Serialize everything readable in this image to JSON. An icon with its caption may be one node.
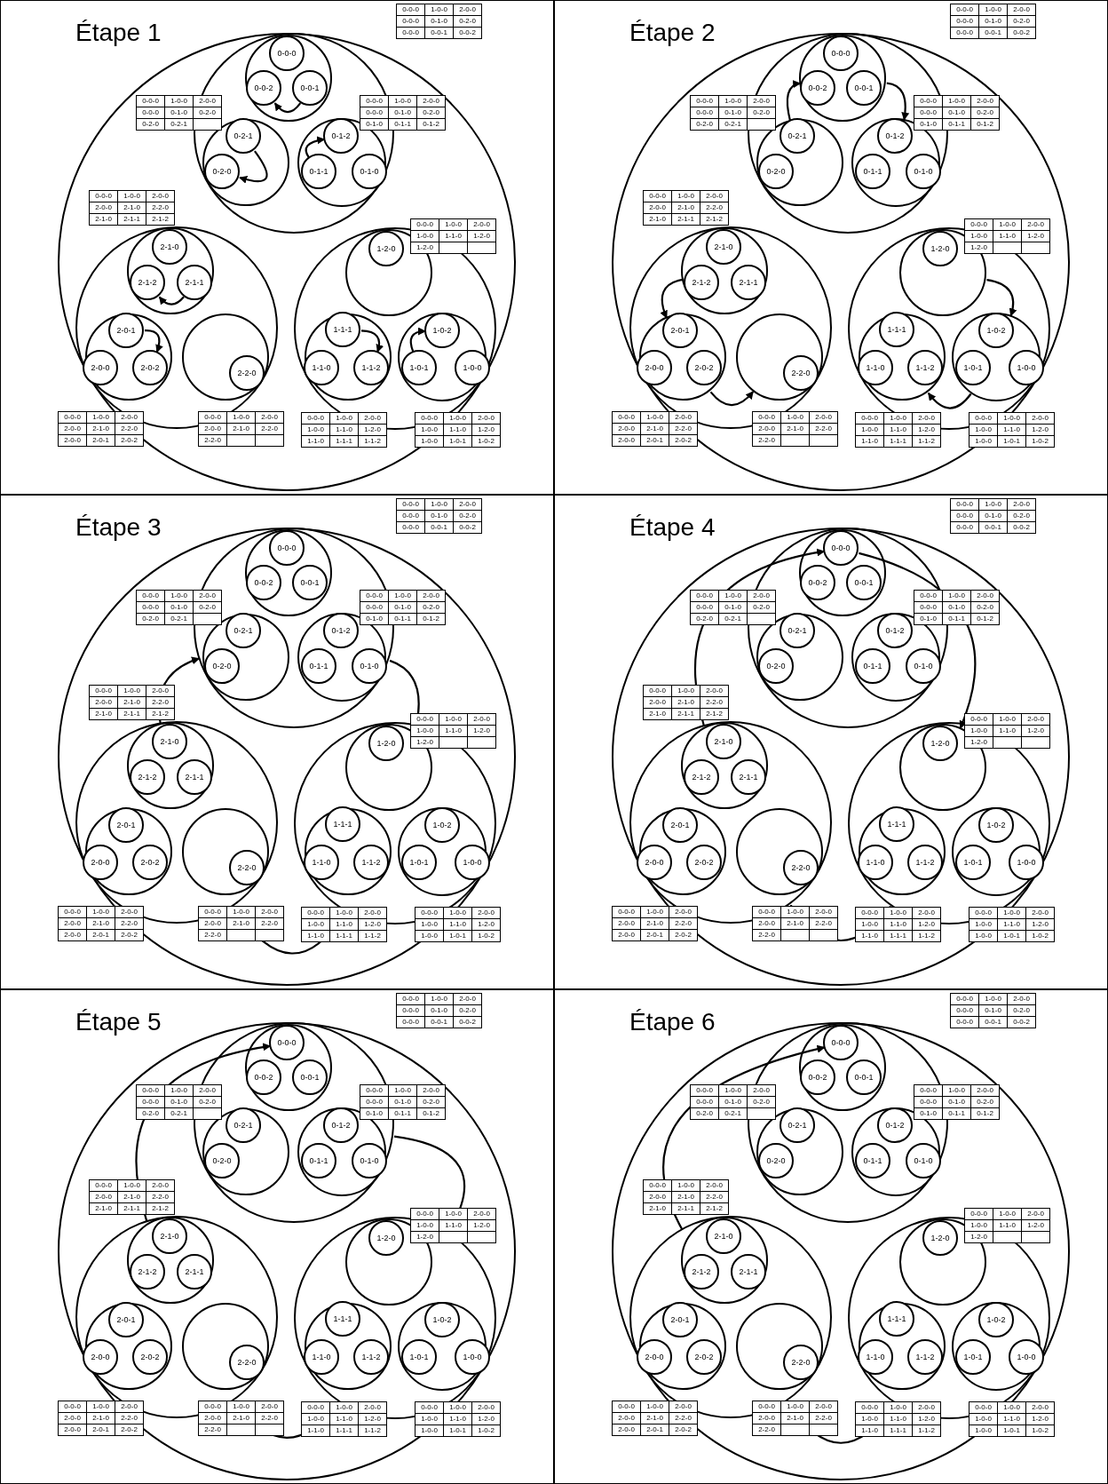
{
  "diagram": {
    "nodes": [
      {
        "text": [
          "Étape 1"
        ]
      },
      {
        "text": [],
        "shape": "circle",
        "in": 0
      },
      {
        "text": [],
        "shape": "circle",
        "in": 1
      },
      {
        "text": [],
        "shape": "circle",
        "in": 2
      },
      {
        "text": [
          "0-0-0"
        ],
        "in": 3
      },
      {
        "text": [
          "0-0-2"
        ],
        "in": 3
      },
      {
        "text": [
          "0-0-1"
        ],
        "in": 3
      },
      {
        "text": [],
        "shape": "circle",
        "in": 2
      },
      {
        "text": [
          "0-2-1"
        ],
        "in": 7
      },
      {
        "text": [
          "0-2-0"
        ],
        "in": 7
      },
      {
        "text": [],
        "shape": "circle",
        "in": 2
      },
      {
        "text": [
          "0-1-2"
        ],
        "in": 10
      },
      {
        "text": [
          "0-1-1"
        ],
        "in": 10
      },
      {
        "text": [
          "0-1-0"
        ],
        "in": 10
      },
      {
        "text": [],
        "shape": "circle",
        "in": 1
      },
      {
        "text": [],
        "shape": "circle",
        "in": 14
      },
      {
        "text": [
          "2-1-0"
        ],
        "in": 15
      },
      {
        "text": [
          "2-1-2"
        ],
        "in": 15
      },
      {
        "text": [
          "2-1-1"
        ],
        "in": 15
      },
      {
        "text": [],
        "shape": "circle",
        "in": 14
      },
      {
        "text": [
          "2-0-1"
        ],
        "in": 19
      },
      {
        "text": [
          "2-0-0"
        ],
        "in": 19
      },
      {
        "text": [
          "2-0-2"
        ],
        "in": 19
      },
      {
        "text": [],
        "shape": "circle",
        "in": 14
      },
      {
        "text": [
          "2-2-0"
        ],
        "in": 23
      },
      {
        "text": [],
        "shape": "circle",
        "in": 1
      },
      {
        "text": [],
        "shape": "circle",
        "in": 25
      },
      {
        "text": [
          "1-2-0"
        ],
        "in": 26
      },
      {
        "text": [],
        "shape": "circle",
        "in": 25
      },
      {
        "text": [
          "1-1-1"
        ],
        "in": 28
      },
      {
        "text": [
          "1-1-0"
        ],
        "in": 28
      },
      {
        "text": [
          "1-1-2"
        ],
        "in": 28
      },
      {
        "text": [],
        "shape": "circle",
        "in": 25
      },
      {
        "text": [
          "1-0-2"
        ],
        "in": 32
      },
      {
        "text": [
          "1-0-1"
        ],
        "in": 32
      },
      {
        "text": [
          "1-0-0"
        ],
        "in": 32
      },
      {
        "text": [
          "Étape 2"
        ]
      },
      {
        "text": [],
        "shape": "circle",
        "in": 36
      },
      {
        "text": [],
        "shape": "circle",
        "in": 37
      },
      {
        "text": [],
        "shape": "circle",
        "in": 38
      },
      {
        "text": [
          "0-0-0"
        ],
        "in": 39
      },
      {
        "text": [
          "0-0-2"
        ],
        "in": 39
      },
      {
        "text": [
          "0-0-1"
        ],
        "in": 39
      },
      {
        "text": [],
        "shape": "circle",
        "in": 38
      },
      {
        "text": [
          "0-2-1"
        ],
        "in": 43
      },
      {
        "text": [
          "0-2-0"
        ],
        "in": 43
      },
      {
        "text": [],
        "shape": "circle",
        "in": 38
      },
      {
        "text": [
          "0-1-2"
        ],
        "in": 46
      },
      {
        "text": [
          "0-1-1"
        ],
        "in": 46
      },
      {
        "text": [
          "0-1-0"
        ],
        "in": 46
      },
      {
        "text": [],
        "shape": "circle",
        "in": 37
      },
      {
        "text": [],
        "shape": "circle",
        "in": 50
      },
      {
        "text": [
          "2-1-0"
        ],
        "in": 51
      },
      {
        "text": [
          "2-1-2"
        ],
        "in": 51
      },
      {
        "text": [
          "2-1-1"
        ],
        "in": 51
      },
      {
        "text": [],
        "shape": "circle",
        "in": 50
      },
      {
        "text": [
          "2-0-1"
        ],
        "in": 55
      },
      {
        "text": [
          "2-0-0"
        ],
        "in": 55
      },
      {
        "text": [
          "2-0-2"
        ],
        "in": 55
      },
      {
        "text": [],
        "shape": "circle",
        "in": 50
      },
      {
        "text": [
          "2-2-0"
        ],
        "in": 59
      },
      {
        "text": [],
        "shape": "circle",
        "in": 37
      },
      {
        "text": [],
        "shape": "circle",
        "in": 61
      },
      {
        "text": [
          "1-2-0"
        ],
        "in": 62
      },
      {
        "text": [],
        "shape": "circle",
        "in": 61
      },
      {
        "text": [
          "1-1-1"
        ],
        "in": 64
      },
      {
        "text": [
          "1-1-0"
        ],
        "in": 64
      },
      {
        "text": [
          "1-1-2"
        ],
        "in": 64
      },
      {
        "text": [],
        "shape": "circle",
        "in": 61
      },
      {
        "text": [
          "1-0-2"
        ],
        "in": 68
      },
      {
        "text": [
          "1-0-1"
        ],
        "in": 68
      },
      {
        "text": [
          "1-0-0"
        ],
        "in": 68
      },
      {
        "text": [
          "Étape 3"
        ]
      },
      {
        "text": [],
        "shape": "circle",
        "in": 72
      },
      {
        "text": [],
        "shape": "circle",
        "in": 73
      },
      {
        "text": [],
        "shape": "circle",
        "in": 74
      },
      {
        "text": [
          "0-0-0"
        ],
        "in": 75
      },
      {
        "text": [
          "0-0-2"
        ],
        "in": 75
      },
      {
        "text": [
          "0-0-1"
        ],
        "in": 75
      },
      {
        "text": [],
        "shape": "circle",
        "in": 74
      },
      {
        "text": [
          "0-2-1"
        ],
        "in": 79
      },
      {
        "text": [
          "0-2-0"
        ],
        "in": 79
      },
      {
        "text": [],
        "shape": "circle",
        "in": 74
      },
      {
        "text": [
          "0-1-2"
        ],
        "in": 82
      },
      {
        "text": [
          "0-1-1"
        ],
        "in": 82
      },
      {
        "text": [
          "0-1-0"
        ],
        "in": 82
      },
      {
        "text": [],
        "shape": "circle",
        "in": 73
      },
      {
        "text": [],
        "shape": "circle",
        "in": 86
      },
      {
        "text": [
          "2-1-0"
        ],
        "in": 87
      },
      {
        "text": [
          "2-1-2"
        ],
        "in": 87
      },
      {
        "text": [
          "2-1-1"
        ],
        "in": 87
      },
      {
        "text": [],
        "shape": "circle",
        "in": 86
      },
      {
        "text": [
          "2-0-1"
        ],
        "in": 91
      },
      {
        "text": [
          "2-0-0"
        ],
        "in": 91
      },
      {
        "text": [
          "2-0-2"
        ],
        "in": 91
      },
      {
        "text": [],
        "shape": "circle",
        "in": 86
      },
      {
        "text": [
          "2-2-0"
        ],
        "in": 95
      },
      {
        "text": [],
        "shape": "circle",
        "in": 73
      },
      {
        "text": [],
        "shape": "circle",
        "in": 97
      },
      {
        "text": [
          "1-2-0"
        ],
        "in": 98
      },
      {
        "text": [],
        "shape": "circle",
        "in": 97
      },
      {
        "text": [
          "1-1-1"
        ],
        "in": 100
      },
      {
        "text": [
          "1-1-0"
        ],
        "in": 100
      },
      {
        "text": [
          "1-1-2"
        ],
        "in": 100
      },
      {
        "text": [],
        "shape": "circle",
        "in": 97
      },
      {
        "text": [
          "1-0-2"
        ],
        "in": 104
      },
      {
        "text": [
          "1-0-1"
        ],
        "in": 104
      },
      {
        "text": [
          "1-0-0"
        ],
        "in": 104
      },
      {
        "text": [
          "Étape 4"
        ]
      },
      {
        "text": [],
        "shape": "circle",
        "in": 108
      },
      {
        "text": [],
        "shape": "circle",
        "in": 109
      },
      {
        "text": [],
        "shape": "circle",
        "in": 110
      },
      {
        "text": [
          "0-0-0"
        ],
        "in": 111
      },
      {
        "text": [
          "0-0-2"
        ],
        "in": 111
      },
      {
        "text": [
          "0-0-1"
        ],
        "in": 111
      },
      {
        "text": [],
        "shape": "circle",
        "in": 110
      },
      {
        "text": [
          "0-2-1"
        ],
        "in": 115
      },
      {
        "text": [
          "0-2-0"
        ],
        "in": 115
      },
      {
        "text": [],
        "shape": "circle",
        "in": 110
      },
      {
        "text": [
          "0-1-2"
        ],
        "in": 118
      },
      {
        "text": [
          "0-1-1"
        ],
        "in": 118
      },
      {
        "text": [
          "0-1-0"
        ],
        "in": 118
      },
      {
        "text": [],
        "shape": "circle",
        "in": 109
      },
      {
        "text": [],
        "shape": "circle",
        "in": 122
      },
      {
        "text": [
          "2-1-0"
        ],
        "in": 123
      },
      {
        "text": [
          "2-1-2"
        ],
        "in": 123
      },
      {
        "text": [
          "2-1-1"
        ],
        "in": 123
      },
      {
        "text": [],
        "shape": "circle",
        "in": 122
      },
      {
        "text": [
          "2-0-1"
        ],
        "in": 127
      },
      {
        "text": [
          "2-0-0"
        ],
        "in": 127
      },
      {
        "text": [
          "2-0-2"
        ],
        "in": 127
      },
      {
        "text": [],
        "shape": "circle",
        "in": 122
      },
      {
        "text": [
          "2-2-0"
        ],
        "in": 131
      },
      {
        "text": [],
        "shape": "circle",
        "in": 109
      },
      {
        "text": [],
        "shape": "circle",
        "in": 133
      },
      {
        "text": [
          "1-2-0"
        ],
        "in": 134
      },
      {
        "text": [],
        "shape": "circle",
        "in": 133
      },
      {
        "text": [
          "1-1-1"
        ],
        "in": 136
      },
      {
        "text": [
          "1-1-0"
        ],
        "in": 136
      },
      {
        "text": [
          "1-1-2"
        ],
        "in": 136
      },
      {
        "text": [],
        "shape": "circle",
        "in": 133
      },
      {
        "text": [
          "1-0-2"
        ],
        "in": 140
      },
      {
        "text": [
          "1-0-1"
        ],
        "in": 140
      },
      {
        "text": [
          "1-0-0"
        ],
        "in": 140
      },
      {
        "text": [
          "Étape 5"
        ]
      },
      {
        "text": [],
        "shape": "circle",
        "in": 144
      },
      {
        "text": [],
        "shape": "circle",
        "in": 145
      },
      {
        "text": [],
        "shape": "circle",
        "in": 146
      },
      {
        "text": [
          "0-0-0"
        ],
        "in": 147
      },
      {
        "text": [
          "0-0-2"
        ],
        "in": 147
      },
      {
        "text": [
          "0-0-1"
        ],
        "in": 147
      },
      {
        "text": [],
        "shape": "circle",
        "in": 146
      },
      {
        "text": [
          "0-2-1"
        ],
        "in": 151
      },
      {
        "text": [
          "0-2-0"
        ],
        "in": 151
      },
      {
        "text": [],
        "shape": "circle",
        "in": 146
      },
      {
        "text": [
          "0-1-2"
        ],
        "in": 154
      },
      {
        "text": [
          "0-1-1"
        ],
        "in": 154
      },
      {
        "text": [
          "0-1-0"
        ],
        "in": 154
      },
      {
        "text": [],
        "shape": "circle",
        "in": 145
      },
      {
        "text": [],
        "shape": "circle",
        "in": 158
      },
      {
        "text": [
          "2-1-0"
        ],
        "in": 159
      },
      {
        "text": [
          "2-1-2"
        ],
        "in": 159
      },
      {
        "text": [
          "2-1-1"
        ],
        "in": 159
      },
      {
        "text": [],
        "shape": "circle",
        "in": 158
      },
      {
        "text": [
          "2-0-1"
        ],
        "in": 163
      },
      {
        "text": [
          "2-0-0"
        ],
        "in": 163
      },
      {
        "text": [
          "2-0-2"
        ],
        "in": 163
      },
      {
        "text": [],
        "shape": "circle",
        "in": 158
      },
      {
        "text": [
          "2-2-0"
        ],
        "in": 167
      },
      {
        "text": [],
        "shape": "circle",
        "in": 145
      },
      {
        "text": [],
        "shape": "circle",
        "in": 169
      },
      {
        "text": [
          "1-2-0"
        ],
        "in": 170
      },
      {
        "text": [],
        "shape": "circle",
        "in": 169
      },
      {
        "text": [
          "1-1-1"
        ],
        "in": 172
      },
      {
        "text": [
          "1-1-0"
        ],
        "in": 172
      },
      {
        "text": [
          "1-1-2"
        ],
        "in": 172
      },
      {
        "text": [],
        "shape": "circle",
        "in": 169
      },
      {
        "text": [
          "1-0-2"
        ],
        "in": 176
      },
      {
        "text": [
          "1-0-1"
        ],
        "in": 176
      },
      {
        "text": [
          "1-0-0"
        ],
        "in": 176
      },
      {
        "text": [
          "Étape 6"
        ]
      },
      {
        "text": [],
        "shape": "circle",
        "in": 180
      },
      {
        "text": [],
        "shape": "circle",
        "in": 181
      },
      {
        "text": [],
        "shape": "circle",
        "in": 182
      },
      {
        "text": [
          "0-0-0"
        ],
        "in": 183
      },
      {
        "text": [
          "0-0-2"
        ],
        "in": 183
      },
      {
        "text": [
          "0-0-1"
        ],
        "in": 183
      },
      {
        "text": [],
        "shape": "circle",
        "in": 182
      },
      {
        "text": [
          "0-2-1"
        ],
        "in": 187
      },
      {
        "text": [
          "0-2-0"
        ],
        "in": 187
      },
      {
        "text": [],
        "shape": "circle",
        "in": 182
      },
      {
        "text": [
          "0-1-2"
        ],
        "in": 190
      },
      {
        "text": [
          "0-1-1"
        ],
        "in": 190
      },
      {
        "text": [
          "0-1-0"
        ],
        "in": 190
      },
      {
        "text": [],
        "shape": "circle",
        "in": 181
      },
      {
        "text": [],
        "shape": "circle",
        "in": 194
      },
      {
        "text": [
          "2-1-0"
        ],
        "in": 195
      },
      {
        "text": [
          "2-1-2"
        ],
        "in": 195
      },
      {
        "text": [
          "2-1-1"
        ],
        "in": 195
      },
      {
        "text": [],
        "shape": "circle",
        "in": 194
      },
      {
        "text": [
          "2-0-1"
        ],
        "in": 199
      },
      {
        "text": [
          "2-0-0"
        ],
        "in": 199
      },
      {
        "text": [
          "2-0-2"
        ],
        "in": 199
      },
      {
        "text": [],
        "shape": "circle",
        "in": 194
      },
      {
        "text": [
          "2-2-0"
        ],
        "in": 203
      },
      {
        "text": [],
        "shape": "circle",
        "in": 181
      },
      {
        "text": [],
        "shape": "circle",
        "in": 205
      },
      {
        "text": [
          "1-2-0"
        ],
        "in": 206
      },
      {
        "text": [],
        "shape": "circle",
        "in": 205
      },
      {
        "text": [
          "1-1-1"
        ],
        "in": 208
      },
      {
        "text": [
          "1-1-0"
        ],
        "in": 208
      },
      {
        "text": [
          "1-1-2"
        ],
        "in": 208
      },
      {
        "text": [],
        "shape": "circle",
        "in": 205
      },
      {
        "text": [
          "1-0-2"
        ],
        "in": 212
      },
      {
        "text": [
          "1-0-1"
        ],
        "in": 212
      },
      {
        "text": [
          "1-0-0"
        ],
        "in": 212
      }
    ],
    "edges": [
      {
        "from": 6,
        "to": 5,
        "arrow": "to"
      },
      {
        "from": 8,
        "to": 9,
        "arrow": "to"
      },
      {
        "from": 12,
        "to": 11,
        "arrow": "to"
      },
      {
        "from": 18,
        "to": 17,
        "arrow": "to"
      },
      {
        "from": 20,
        "to": 22,
        "arrow": "to"
      },
      {
        "from": 29,
        "to": 31,
        "arrow": "to"
      },
      {
        "from": 34,
        "to": 33,
        "arrow": "to"
      },
      {
        "from": 43,
        "to": 39,
        "arrow": "to"
      },
      {
        "from": 39,
        "to": 46,
        "arrow": "to"
      },
      {
        "from": 51,
        "to": 55,
        "arrow": "to"
      },
      {
        "from": 55,
        "to": 59,
        "arrow": "to"
      },
      {
        "from": 62,
        "to": 68,
        "arrow": "to"
      },
      {
        "from": 68,
        "to": 64,
        "arrow": "to"
      },
      {
        "from": 86,
        "to": 74,
        "arrow": "to"
      },
      {
        "from": 74,
        "to": 97,
        "arrow": "to"
      },
      {
        "from": 97,
        "to": 86,
        "arrow": "to"
      },
      {
        "from": 122,
        "to": 112,
        "arrow": "to"
      },
      {
        "from": 112,
        "to": 134,
        "arrow": "to"
      },
      {
        "from": 133,
        "to": 122,
        "arrow": "to"
      },
      {
        "from": 158,
        "to": 148,
        "arrow": "to"
      },
      {
        "from": 146,
        "to": 169,
        "arrow": "to"
      },
      {
        "from": 169,
        "to": 158,
        "arrow": "to"
      },
      {
        "from": 194,
        "to": 184,
        "arrow": "to"
      },
      {
        "from": 205,
        "to": 194,
        "arrow": "to"
      }
    ],
    "labels": [
      "0-0-0",
      "1-0-0",
      "2-0-0",
      "0-0-0",
      "0-1-0",
      "0-2-0",
      "0-0-0",
      "0-0-1",
      "0-0-2",
      "0-0-0",
      "1-0-0",
      "2-0-0",
      "0-0-0",
      "0-1-0",
      "0-2-0",
      "0-2-0",
      "0-2-1",
      "0-0-0",
      "1-0-0",
      "2-0-0",
      "0-0-0",
      "0-1-0",
      "0-2-0",
      "0-1-0",
      "0-1-1",
      "0-1-2",
      "0-0-0",
      "1-0-0",
      "2-0-0",
      "2-0-0",
      "2-1-0",
      "2-2-0",
      "2-1-0",
      "2-1-1",
      "2-1-2",
      "0-0-0",
      "1-0-0",
      "2-0-0",
      "1-0-0",
      "1-1-0",
      "1-2-0",
      "1-2-0",
      "0-0-0",
      "1-0-0",
      "2-0-0",
      "2-0-0",
      "2-1-0",
      "2-2-0",
      "2-0-0",
      "2-0-1",
      "2-0-2",
      "0-0-0",
      "1-0-0",
      "2-0-0",
      "2-0-0",
      "2-1-0",
      "2-2-0",
      "2-2-0",
      "0-0-0",
      "1-0-0",
      "2-0-0",
      "1-0-0",
      "1-1-0",
      "1-2-0",
      "1-1-0",
      "1-1-1",
      "1-1-2",
      "0-0-0",
      "1-0-0",
      "2-0-0",
      "1-0-0",
      "1-1-0",
      "1-2-0",
      "1-0-0",
      "1-0-1",
      "1-0-2",
      "0-0-0",
      "1-0-0",
      "2-0-0",
      "0-0-0",
      "0-1-0",
      "0-2-0",
      "0-0-0",
      "0-0-1",
      "0-0-2",
      "0-0-0",
      "1-0-0",
      "2-0-0",
      "0-0-0",
      "0-1-0",
      "0-2-0",
      "0-2-0",
      "0-2-1",
      "0-0-0",
      "1-0-0",
      "2-0-0",
      "0-0-0",
      "0-1-0",
      "0-2-0",
      "0-1-0",
      "0-1-1",
      "0-1-2",
      "0-0-0",
      "1-0-0",
      "2-0-0",
      "2-0-0",
      "2-1-0",
      "2-2-0",
      "2-1-0",
      "2-1-1",
      "2-1-2",
      "0-0-0",
      "1-0-0",
      "2-0-0",
      "1-0-0",
      "1-1-0",
      "1-2-0",
      "1-2-0",
      "0-0-0",
      "1-0-0",
      "2-0-0",
      "2-0-0",
      "2-1-0",
      "2-2-0",
      "2-0-0",
      "2-0-1",
      "2-0-2",
      "0-0-0",
      "1-0-0",
      "2-0-0",
      "2-0-0",
      "2-1-0",
      "2-2-0",
      "2-2-0",
      "0-0-0",
      "1-0-0",
      "2-0-0",
      "1-0-0",
      "1-1-0",
      "1-2-0",
      "1-1-0",
      "1-1-1",
      "1-1-2",
      "0-0-0",
      "1-0-0",
      "2-0-0",
      "1-0-0",
      "1-1-0",
      "1-2-0",
      "1-0-0",
      "1-0-1",
      "1-0-2",
      "0-0-0",
      "1-0-0",
      "2-0-0",
      "0-0-0",
      "0-1-0",
      "0-2-0",
      "0-0-0",
      "0-0-1",
      "0-0-2",
      "0-0-0",
      "1-0-0",
      "2-0-0",
      "0-0-0",
      "0-1-0",
      "0-2-0",
      "0-2-0",
      "0-2-1",
      "0-0-0",
      "1-0-0",
      "2-0-0",
      "0-0-0",
      "0-1-0",
      "0-2-0",
      "0-1-0",
      "0-1-1",
      "0-1-2",
      "0-0-0",
      "1-0-0",
      "2-0-0",
      "2-0-0",
      "2-1-0",
      "2-2-0",
      "2-1-0",
      "2-1-1",
      "2-1-2",
      "0-0-0",
      "1-0-0",
      "2-0-0",
      "1-0-0",
      "1-1-0",
      "1-2-0",
      "1-2-0",
      "0-0-0",
      "1-0-0",
      "2-0-0",
      "2-0-0",
      "2-1-0",
      "2-2-0",
      "2-0-0",
      "2-0-1",
      "2-0-2",
      "0-0-0",
      "1-0-0",
      "2-0-0",
      "2-0-0",
      "2-1-0",
      "2-2-0",
      "2-2-0",
      "0-0-0",
      "1-0-0",
      "2-0-0",
      "1-0-0",
      "1-1-0",
      "1-2-0",
      "1-1-0",
      "1-1-1",
      "1-1-2",
      "0-0-0",
      "1-0-0",
      "2-0-0",
      "1-0-0",
      "1-1-0",
      "1-2-0",
      "1-0-0",
      "1-0-1",
      "1-0-2",
      "0-0-0",
      "1-0-0",
      "2-0-0",
      "0-0-0",
      "0-1-0",
      "0-2-0",
      "0-0-0",
      "0-0-1",
      "0-0-2",
      "0-0-0",
      "1-0-0",
      "2-0-0",
      "0-0-0",
      "0-1-0",
      "0-2-0",
      "0-2-0",
      "0-2-1",
      "0-0-0",
      "1-0-0",
      "2-0-0",
      "0-0-0",
      "0-1-0",
      "0-2-0",
      "0-1-0",
      "0-1-1",
      "0-1-2",
      "0-0-0",
      "1-0-0",
      "2-0-0",
      "2-0-0",
      "2-1-0",
      "2-2-0",
      "2-1-0",
      "2-1-1",
      "2-1-2",
      "0-0-0",
      "1-0-0",
      "2-0-0",
      "1-0-0",
      "1-1-0",
      "1-2-0",
      "1-2-0",
      "0-0-0",
      "1-0-0",
      "2-0-0",
      "2-0-0",
      "2-1-0",
      "2-2-0",
      "2-0-0",
      "2-0-1",
      "2-0-2",
      "0-0-0",
      "1-0-0",
      "2-0-0",
      "2-0-0",
      "2-1-0",
      "2-2-0",
      "2-2-0",
      "0-0-0",
      "1-0-0",
      "2-0-0",
      "1-0-0",
      "1-1-0",
      "1-2-0",
      "1-1-0",
      "1-1-1",
      "1-1-2",
      "0-0-0",
      "1-0-0",
      "2-0-0",
      "1-0-0",
      "1-1-0",
      "1-2-0",
      "1-0-0",
      "1-0-1",
      "1-0-2",
      "0-0-0",
      "1-0-0",
      "2-0-0",
      "0-0-0",
      "0-1-0",
      "0-2-0",
      "0-0-0",
      "0-0-1",
      "0-0-2",
      "0-0-0",
      "1-0-0",
      "2-0-0",
      "0-0-0",
      "0-1-0",
      "0-2-0",
      "0-2-0",
      "0-2-1",
      "0-0-0",
      "1-0-0",
      "2-0-0",
      "0-0-0",
      "0-1-0",
      "0-2-0",
      "0-1-0",
      "0-1-1",
      "0-1-2",
      "0-0-0",
      "1-0-0",
      "2-0-0",
      "2-0-0",
      "2-1-0",
      "2-2-0",
      "2-1-0",
      "2-1-1",
      "2-1-2",
      "0-0-0",
      "1-0-0",
      "2-0-0",
      "1-0-0",
      "1-1-0",
      "1-2-0",
      "1-2-0",
      "0-0-0",
      "1-0-0",
      "2-0-0",
      "2-0-0",
      "2-1-0",
      "2-2-0",
      "2-0-0",
      "2-0-1",
      "2-0-2",
      "0-0-0",
      "1-0-0",
      "2-0-0",
      "2-0-0",
      "2-1-0",
      "2-2-0",
      "2-2-0",
      "0-0-0",
      "1-0-0",
      "2-0-0",
      "1-0-0",
      "1-1-0",
      "1-2-0",
      "1-1-0",
      "1-1-1",
      "1-1-2",
      "0-0-0",
      "1-0-0",
      "2-0-0",
      "1-0-0",
      "1-1-0",
      "1-2-0",
      "1-0-0",
      "1-0-1",
      "1-0-2",
      "0-0-0",
      "1-0-0",
      "2-0-0",
      "0-0-0",
      "0-1-0",
      "0-2-0",
      "0-0-0",
      "0-0-1",
      "0-0-2",
      "0-0-0",
      "1-0-0",
      "2-0-0",
      "0-0-0",
      "0-1-0",
      "0-2-0",
      "0-2-0",
      "0-2-1",
      "0-0-0",
      "1-0-0",
      "2-0-0",
      "0-0-0",
      "0-1-0",
      "0-2-0",
      "0-1-0",
      "0-1-1",
      "0-1-2",
      "0-0-0",
      "1-0-0",
      "2-0-0",
      "2-0-0",
      "2-1-0",
      "2-2-0",
      "2-1-0",
      "2-1-1",
      "2-1-2",
      "0-0-0",
      "1-0-0",
      "2-0-0",
      "1-0-0",
      "1-1-0",
      "1-2-0",
      "1-2-0",
      "0-0-0",
      "1-0-0",
      "2-0-0",
      "2-0-0",
      "2-1-0",
      "2-2-0",
      "2-0-0",
      "2-0-1",
      "2-0-2",
      "0-0-0",
      "1-0-0",
      "2-0-0",
      "2-0-0",
      "2-1-0",
      "2-2-0",
      "2-2-0",
      "0-0-0",
      "1-0-0",
      "2-0-0",
      "1-0-0",
      "1-1-0",
      "1-2-0",
      "1-1-0",
      "1-1-1",
      "1-1-2",
      "0-0-0",
      "1-0-0",
      "2-0-0",
      "1-0-0",
      "1-1-0",
      "1-2-0",
      "1-0-0",
      "1-0-1",
      "1-0-2"
    ]
  }
}
